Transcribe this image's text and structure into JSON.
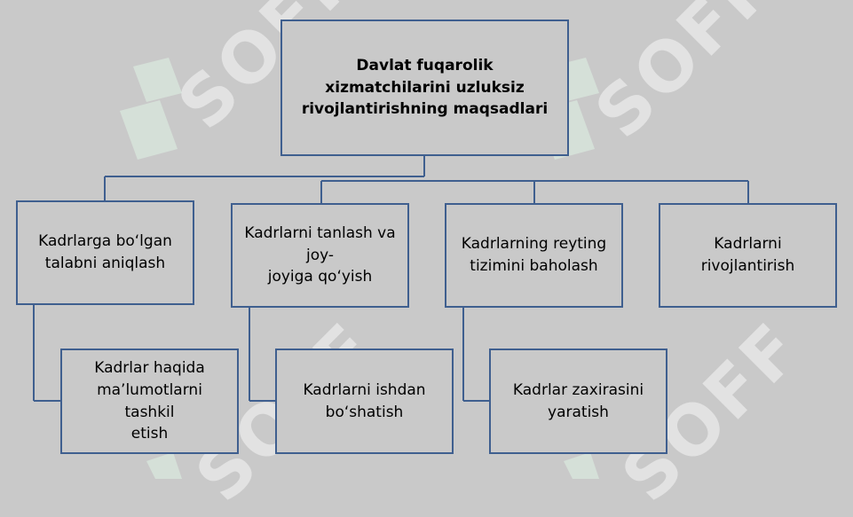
{
  "diagram": {
    "root": {
      "label": "Davlat fuqarolik xizmatchilarini uzluksiz\nrivojlantirishning maqsadlari"
    },
    "goals": [
      {
        "label": "Kadrlarga  bo‘lgan\ntalabni aniqlash"
      },
      {
        "label": "Kadrlarni tanlash va joy-\njoyiga qo‘yish"
      },
      {
        "label": "Kadrlarning reyting\ntizimini baholash"
      },
      {
        "label": "Kadrlarni rivojlantirish"
      }
    ],
    "subgoals": [
      {
        "label": "Kadrlar haqida\nma’lumotlarni tashkil\netish"
      },
      {
        "label": "Kadrlarni ishdan\nbo‘shatish"
      },
      {
        "label": "Kadrlar zaxirasini\nyaratish"
      }
    ]
  },
  "watermark": {
    "text": "SOFF"
  },
  "colors": {
    "background": "#c9c9c9",
    "border": "#3f5f8f",
    "watermark": "#e2e2e2",
    "watermark_logo": "#dff3e6"
  }
}
